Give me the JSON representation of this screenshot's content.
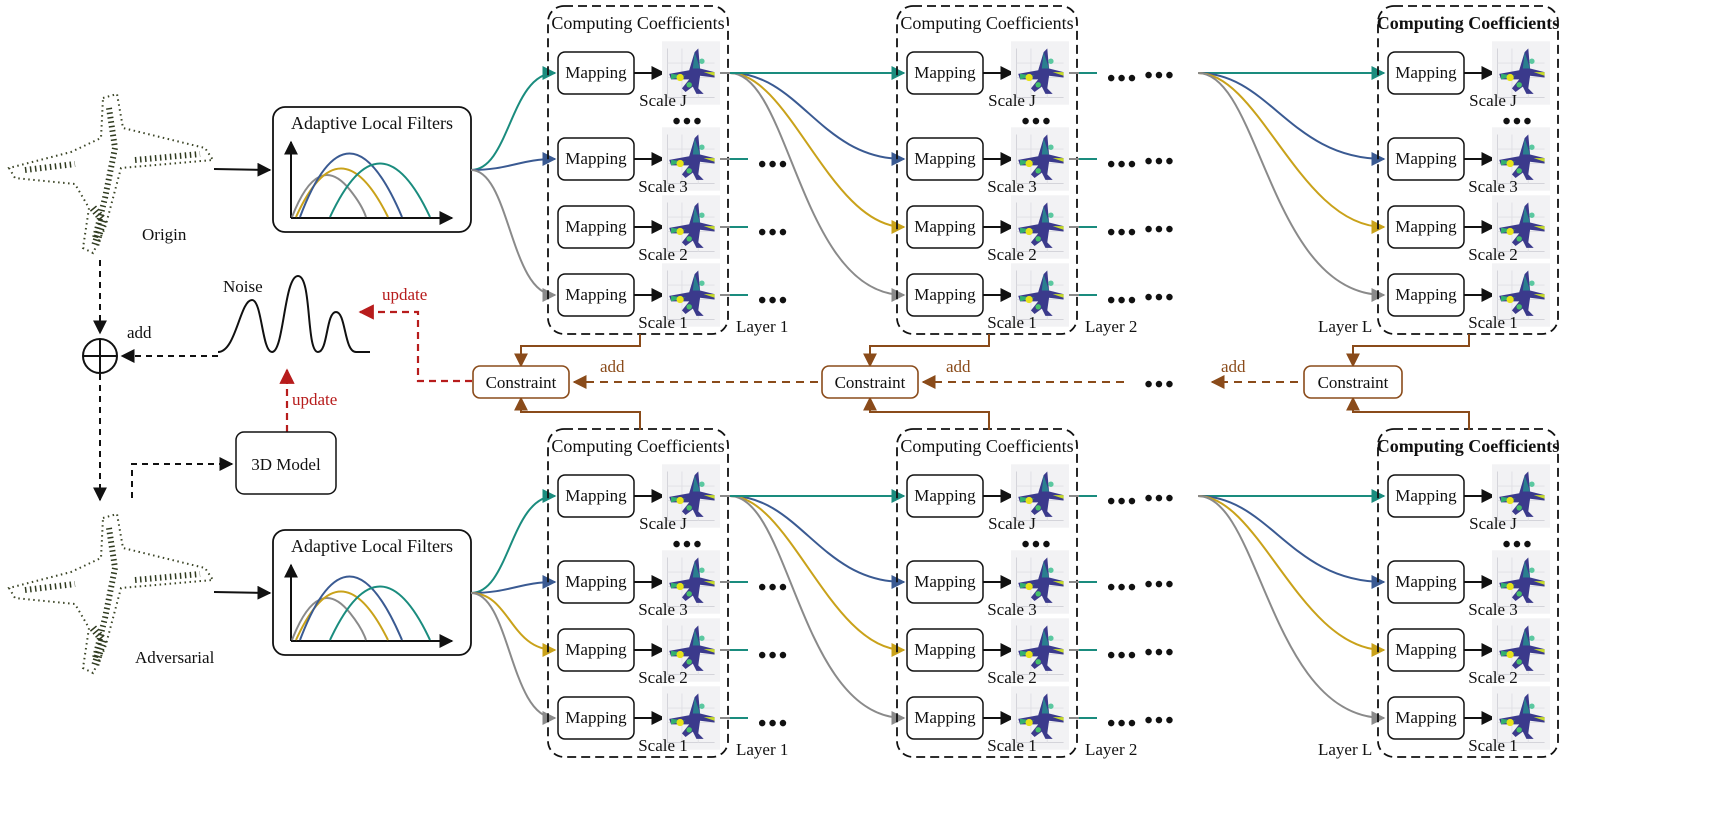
{
  "colors": {
    "teal": "#1a8c7e",
    "blue": "#3a5a92",
    "gold": "#c9a21a",
    "gray": "#8a8a8a",
    "brown": "#8a4b1a",
    "red": "#b71c1c",
    "black": "#111111"
  },
  "labels": {
    "origin": "Origin",
    "adversarial": "Adversarial",
    "noise": "Noise",
    "add": "add",
    "update": "update",
    "model": "3D Model",
    "filters": "Adaptive Local Filters",
    "computing": "Computing Coefficients",
    "mapping": "Mapping",
    "constraint": "Constraint",
    "ellipsis": "•••",
    "scales": [
      "Scale J",
      "Scale 3",
      "Scale 2",
      "Scale 1"
    ],
    "layers": [
      "Layer 1",
      "Layer 2",
      "Layer L"
    ]
  },
  "icons": [
    "point-cloud-airplane-icon",
    "noise-wave-icon",
    "direct-sum-icon",
    "filter-curves-icon",
    "colored-airplane-icon"
  ]
}
